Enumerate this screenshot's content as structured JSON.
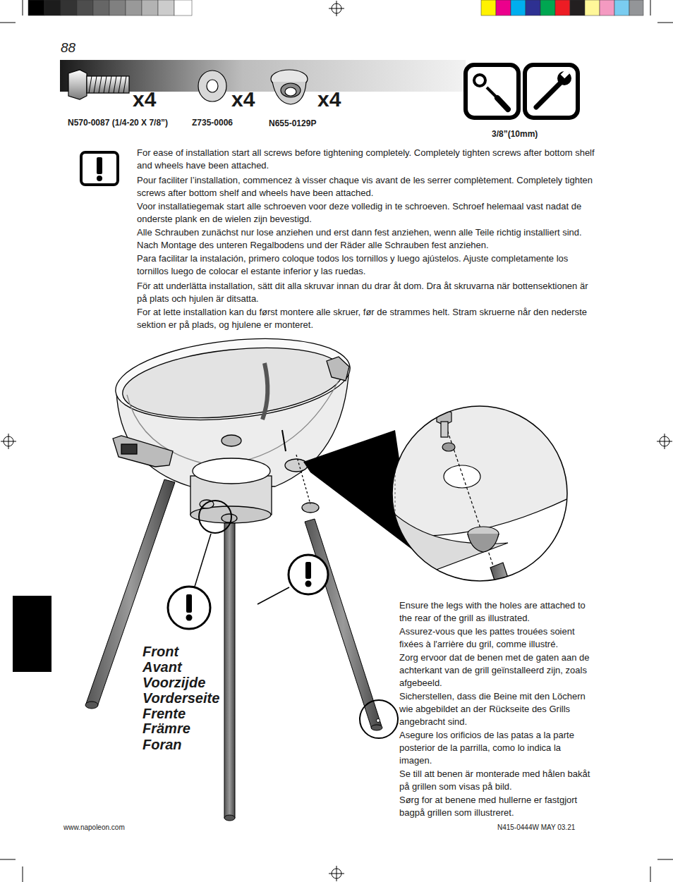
{
  "diagram": {
    "labels": [
      "88",
      "x4",
      "x4",
      "x4",
      "N570-0087 (1/4-20 X 7/8”)",
      "Z735-0006",
      "N655-0129P",
      "3/8”(10mm)",
      "For ease of installation start all screws before tightening completely.  Completely tighten screws after bottom shelf and wheels have been attached.",
      "Pour faciliter l’installation, commencez à visser chaque vis avant de les serrer complètement.  Completely tighten screws after bottom shelf and wheels have been attached.",
      "Voor installatiegemak start alle schroeven voor deze volledig in te schroeven. Schroef helemaal vast nadat de onderste plank en de wielen zijn bevestigd.",
      "Alle Schrauben zunächst nur lose anziehen und erst dann fest anziehen, wenn alle Teile richtig installiert sind. Nach Montage des unteren Regalbodens und der Räder alle Schrauben fest anziehen.",
      "Para facilitar la instalación, primero coloque todos los tornillos y luego ajústelos. Ajuste completamente los tornillos luego de colocar el estante inferior y las ruedas.",
      "För att underlätta installation, sätt dit alla skruvar innan du drar åt dom. Dra åt skruvarna när bottensektionen är på plats och hjulen är ditsatta.",
      "For at lette installation kan du først montere alle skruer, før de strammes helt. Stram skruerne når den nederste sektion er på plads, og hjulene er monteret.",
      "Front",
      "Avant",
      "Voorzijde",
      "Vorderseite",
      "Frente",
      "Främre",
      "Foran",
      "Ensure the legs with the holes are attached to the rear of the grill as illustrated.",
      "Assurez-vous que les pattes trouées soient fixées à l'arrière du gril, comme illustré.",
      "Zorg ervoor dat de benen met de gaten aan de achterkant van de grill geïnstalleerd zijn, zoals afgebeeld.",
      "Sicherstellen, dass die Beine mit den Löchern wie abgebildet an der Rückseite des Grills angebracht sind.",
      "Asegure los orificios de las patas a la parte posterior de la parrilla, como lo indica la imagen.",
      "Se till att benen är monterade med hålen bakåt på grillen som visas på bild.",
      "Sørg for at benene med hullerne er fastgjort bagpå grillen som illustreret.",
      "www.napoleon.com",
      "N415-0444W MAY 03.21"
    ]
  }
}
